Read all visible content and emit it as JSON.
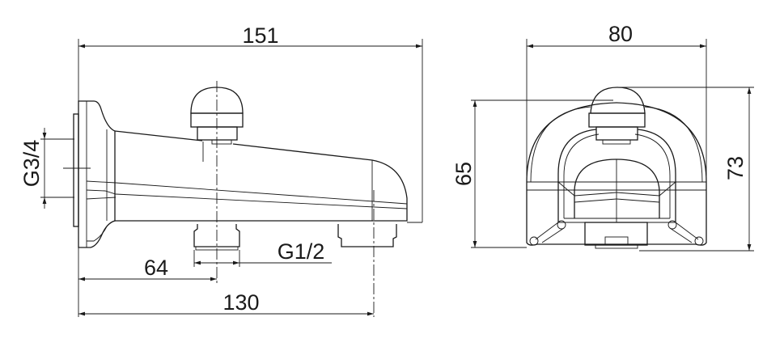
{
  "drawing": {
    "side_view": {
      "overall_length": "151",
      "inlet_thread": "G3/4",
      "outlet_thread": "G1/2",
      "outlet_offset": "64",
      "spout_reach": "130"
    },
    "front_view": {
      "width": "80",
      "height_body": "65",
      "height_total": "73"
    },
    "line_color": "#1a1a1a"
  }
}
